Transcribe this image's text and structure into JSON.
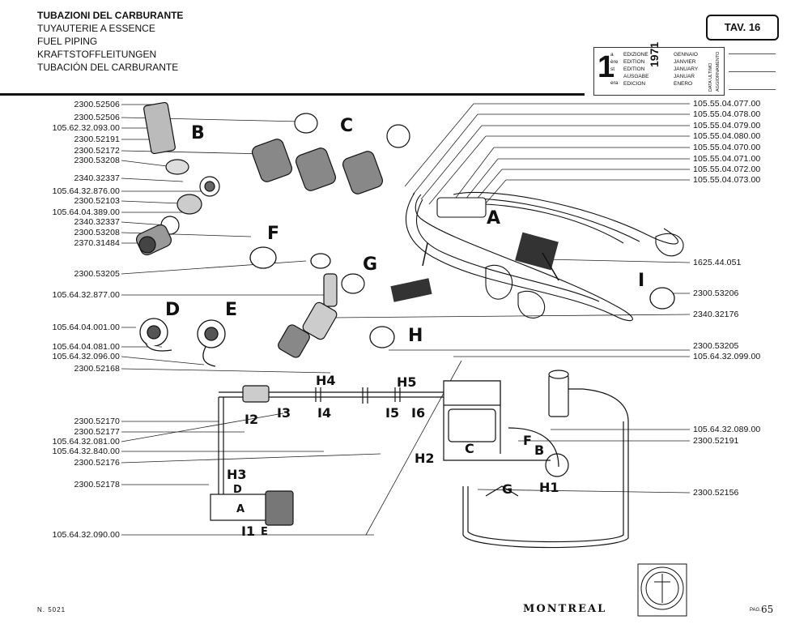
{
  "header": {
    "titles": [
      "TUBAZIONI DEL CARBURANTE",
      "TUYAUTERIE A ESSENCE",
      "FUEL PIPING",
      "KRAFTSTOFFLEITUNGEN",
      "TUBACIÓN DEL CARBURANTE"
    ],
    "table_label": "TAV. 16"
  },
  "edition": {
    "number": "1",
    "ordinals": [
      "a",
      "ère",
      "st",
      "",
      "era"
    ],
    "edition_words": [
      "EDIZIONE",
      "EDITION",
      "EDITION",
      "AUSGABE",
      "EDICION"
    ],
    "year": "1971",
    "months": [
      "GENNAIO",
      "JANVIER",
      "JANUARY",
      "JANUAR",
      "ENERO"
    ],
    "update_label": "DATA ULTIMO AGGIORNAMENTO"
  },
  "left_labels": [
    "2300.52506",
    "2300.52506",
    "105.62.32.093.00",
    "2300.52191",
    "2300.52172",
    "2300.53208",
    "2340.32337",
    "105.64.32.876.00",
    "2300.52103",
    "105.64.04.389.00",
    "2340.32337",
    "2300.53208",
    "2370.31484",
    "2300.53205",
    "105.64.32.877.00",
    "105.64.04.001.00",
    "105.64.04.081.00",
    "105.64.32.096.00",
    "2300.52168",
    "2300.52170",
    "2300.52177",
    "105.64.32.081.00",
    "105.64.32.840.00",
    "2300.52176",
    "2300.52178",
    "105.64.32.090.00"
  ],
  "right_labels": [
    "105.55.04.077.00",
    "105.55.04.078.00",
    "105.55.04.079.00",
    "105.55.04.080.00",
    "105.55.04.070.00",
    "105.55.04.071.00",
    "105.55.04.072.00",
    "105.55.04.073.00",
    "1625.44.051",
    "2300.53206",
    "2340.32176",
    "2300.53205",
    "105.64.32.099.00",
    "105.64.32.089.00",
    "2300.52191",
    "2300.52156"
  ],
  "callouts": {
    "B": "B",
    "C": "C",
    "A": "A",
    "F": "F",
    "G": "G",
    "I": "I",
    "D": "D",
    "E": "E",
    "H": "H",
    "H4": "H4",
    "H5": "H5",
    "I2": "I2",
    "I3": "I3",
    "I4": "I4",
    "I5": "I5",
    "I6": "I6",
    "C2": "C",
    "F2": "F",
    "B2": "B",
    "H2": "H2",
    "G2": "G",
    "H1": "H1",
    "H3": "H3",
    "D2": "D",
    "A2": "A",
    "I1": "I1",
    "E2": "E"
  },
  "footer": {
    "sheet_number": "N. 5021",
    "model_name": "MONTREAL",
    "page_label": "PAG.",
    "page_number": "65"
  }
}
